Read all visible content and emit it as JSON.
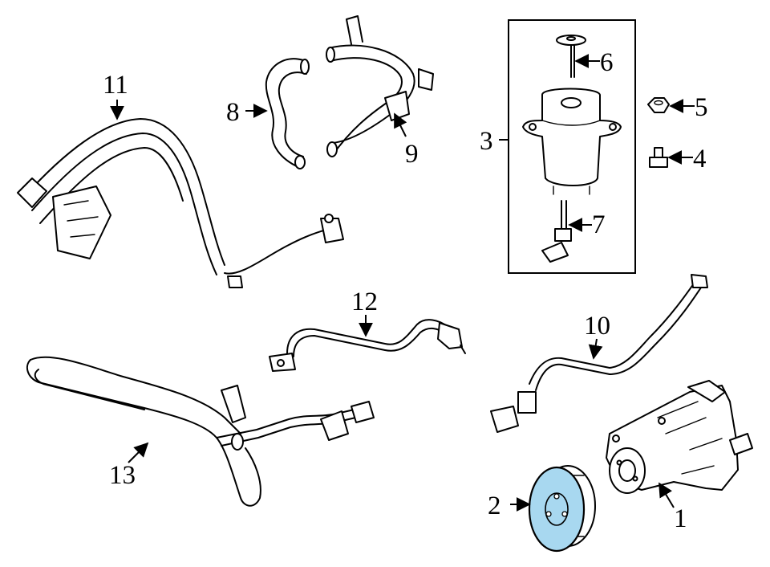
{
  "callouts": {
    "c1": "1",
    "c2": "2",
    "c3": "3",
    "c4": "4",
    "c5": "5",
    "c6": "6",
    "c7": "7",
    "c8": "8",
    "c9": "9",
    "c10": "10",
    "c11": "11",
    "c12": "12",
    "c13": "13"
  },
  "colors": {
    "highlight": "#a8d8f0",
    "line": "#000000",
    "background": "#ffffff"
  }
}
